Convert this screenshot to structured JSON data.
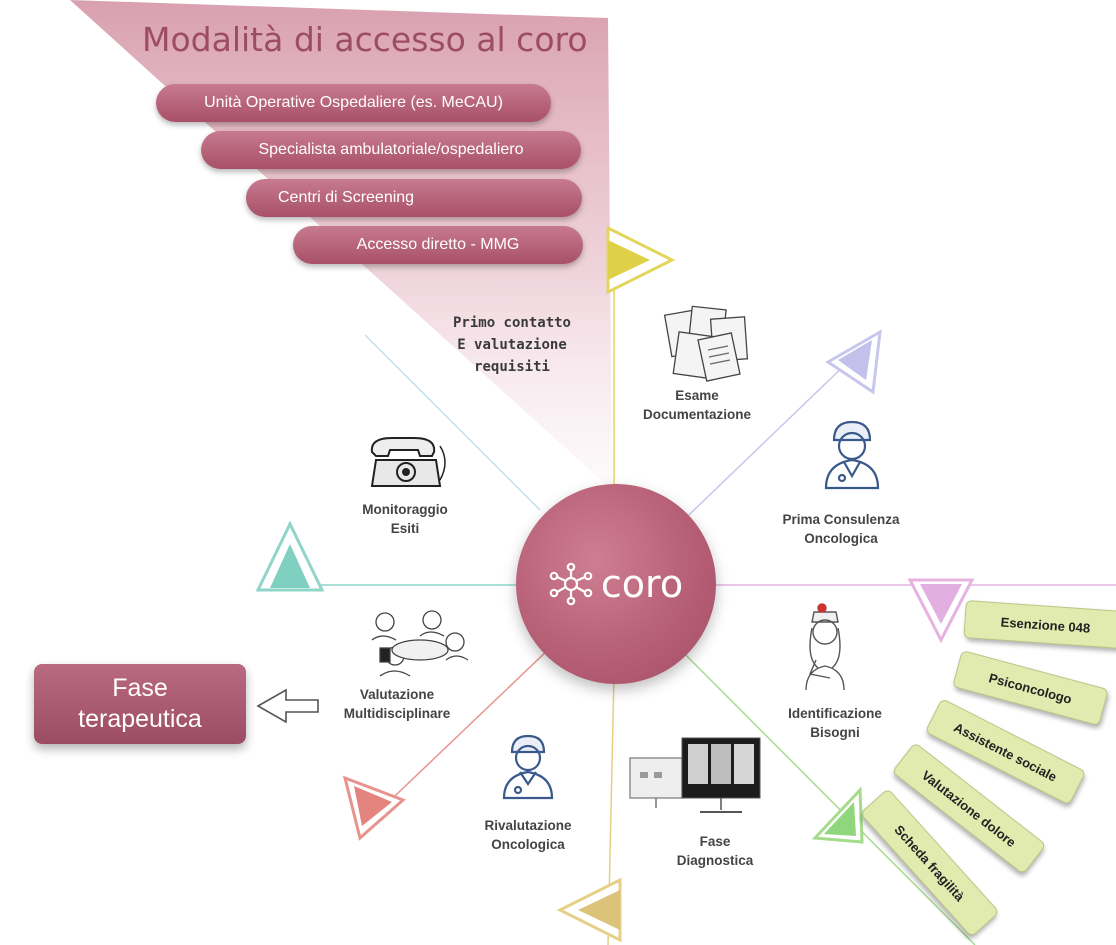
{
  "title": "Modalità di accesso al coro",
  "access_modes": [
    "Unità Operative Ospedaliere (es. MeCAU)",
    "Specialista ambulatoriale/ospedaliero",
    "Centri di Screening",
    "Accesso diretto - MMG"
  ],
  "first_contact": [
    "Primo contatto",
    "E valutazione",
    "requisiti"
  ],
  "hub": {
    "label": "coro",
    "icon": "network-icon"
  },
  "steps": {
    "esame": [
      "Esame",
      "Documentazione"
    ],
    "prima": [
      "Prima Consulenza",
      "Oncologica"
    ],
    "identificazione": [
      "Identificazione",
      "Bisogni"
    ],
    "diagnostica": [
      "Fase",
      "Diagnostica"
    ],
    "rivalutazione": [
      "Rivalutazione",
      "Oncologica"
    ],
    "multidisciplinare": [
      "Valutazione",
      "Multidisciplinare"
    ],
    "monitoraggio": [
      "Monitoraggio",
      "Esiti"
    ]
  },
  "fase_terapeutica": [
    "Fase",
    "terapeutica"
  ],
  "needs": [
    "Esenzione 048",
    "Psiconcologo",
    "Assistente sociale",
    "Valutazione dolore",
    "Scheda fragilità"
  ],
  "colors": {
    "accent": "#a85068",
    "tag_fill": "#e1ebb0",
    "spoke_yellow": "#e3d65c",
    "spoke_lavender": "#c9c6ee",
    "spoke_pink": "#e6b3e0",
    "spoke_green": "#a5dc8c",
    "spoke_gold": "#e6cf86",
    "spoke_red": "#e8948e",
    "spoke_teal": "#8fd6c8"
  }
}
